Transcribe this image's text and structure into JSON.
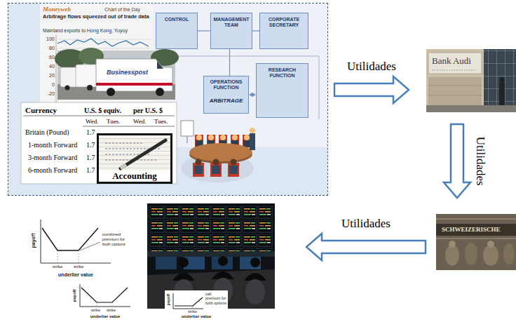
{
  "diagram": {
    "nodes": [
      {
        "text": []
      },
      {
        "text": [
          "Moneyweb",
          "Chart of the Day",
          "Arbitrage flows squeezed out of trade data",
          "Mainland exports to Hong Kong, Yuyoy"
        ],
        "in": 0
      },
      {
        "text": [
          "CONTROL"
        ],
        "in": 0
      },
      {
        "text": [
          "MANAGEMENT TEAM"
        ],
        "in": 0
      },
      {
        "text": [
          "CORPORATE SECRETARY"
        ],
        "in": 0
      },
      {
        "text": [
          "Businesspost"
        ],
        "in": 0
      },
      {
        "text": [
          "OPERATIONS FUNCTION",
          "ARBITRAGE"
        ],
        "in": 0
      },
      {
        "text": [
          "RESEARCH FUNCTION"
        ],
        "in": 0
      },
      {
        "text": [
          "Currency",
          "U.S. $ equiv.",
          "per U.S. $",
          "Wed.",
          "Tues.",
          "Wed.",
          "Tues.",
          "Britain (Pound)",
          "1.7",
          "1-month Forward",
          "1.7",
          "3-month Forward",
          "1.7",
          "6-month Forward",
          "1.7"
        ],
        "in": 0
      },
      {
        "text": [
          "Accounting"
        ],
        "in": 0
      },
      {
        "text": [
          "Bank Audi"
        ]
      },
      {
        "text": [
          "SCHWEIZERISCHE"
        ]
      },
      {
        "text": []
      },
      {
        "text": [
          "payoff",
          "strike",
          "strike",
          "combined premium for both options",
          "underlier value"
        ]
      },
      {
        "text": [
          "payoff",
          "strike",
          "strike",
          "underlier value"
        ]
      },
      {
        "text": [
          "payoff",
          "strike",
          "underlier value",
          "call premium for both options"
        ]
      }
    ],
    "edges": [
      {
        "from": 0,
        "to": 10,
        "label": "Utilidades",
        "arrow": "to"
      },
      {
        "from": 10,
        "to": 11,
        "label": "Utilidades",
        "arrow": "to"
      },
      {
        "from": 11,
        "to": 12,
        "label": "Utilidades",
        "arrow": "to"
      },
      {
        "from": 2,
        "to": 3,
        "arrow": "none"
      },
      {
        "from": 3,
        "to": 4,
        "arrow": "none"
      },
      {
        "from": 3,
        "to": 6,
        "arrow": "none"
      },
      {
        "from": 6,
        "to": 7,
        "arrow": "both"
      }
    ],
    "labels": [
      "100",
      "80",
      "60",
      "40",
      "20",
      "0",
      "-20"
    ]
  }
}
